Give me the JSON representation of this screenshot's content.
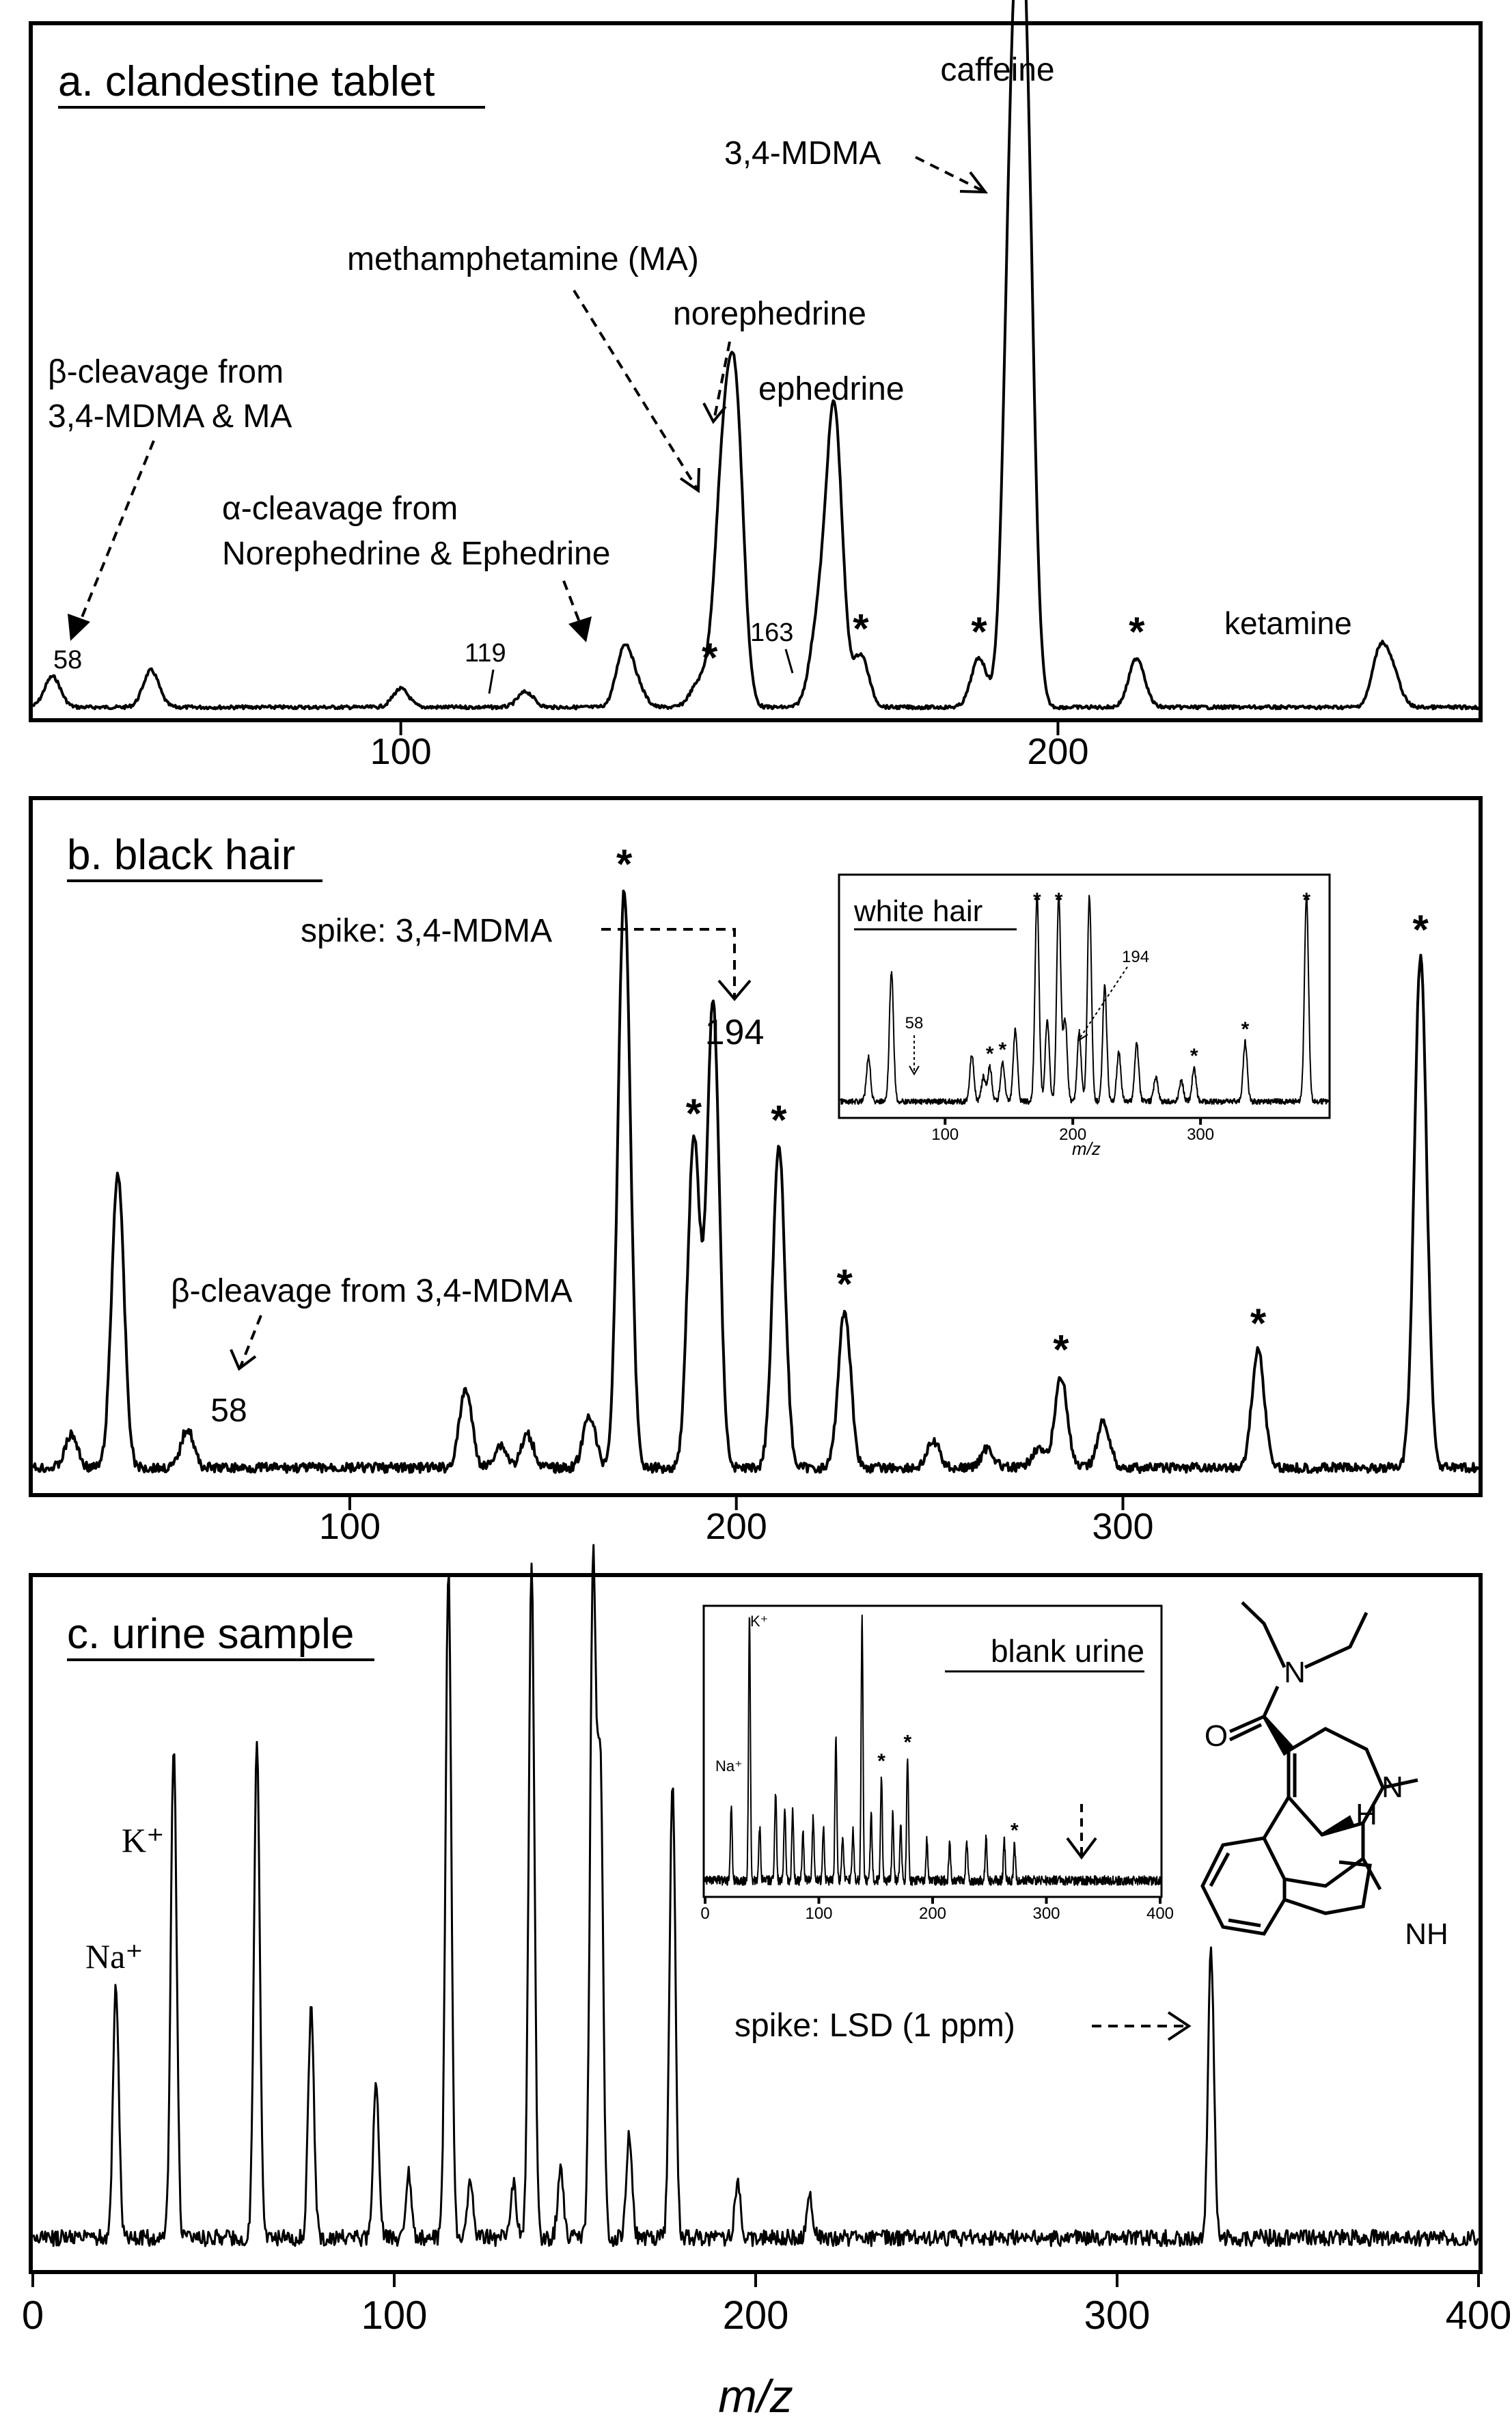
{
  "figure": {
    "xlabel": "m/z",
    "colors": {
      "line": "#000000",
      "background": "#ffffff"
    }
  },
  "chart_data": [
    {
      "type": "line",
      "title": "a. clandestine tablet",
      "xlim": [
        44,
        264
      ],
      "ticks": [
        100,
        200
      ],
      "tick_labels": [
        "100",
        "200"
      ],
      "peaks": [
        {
          "x": 47,
          "y": 0.05
        },
        {
          "x": 62,
          "y": 0.06
        },
        {
          "x": 100,
          "y": 0.03
        },
        {
          "x": 119,
          "y": 0.025
        },
        {
          "x": 134,
          "y": 0.095
        },
        {
          "x": 136,
          "y": 0.03
        },
        {
          "x": 145,
          "y": 0.03
        },
        {
          "x": 147,
          "y": 0.038
        },
        {
          "x": 149,
          "y": 0.34
        },
        {
          "x": 151,
          "y": 0.46
        },
        {
          "x": 163,
          "y": 0.06
        },
        {
          "x": 164,
          "y": 0.09
        },
        {
          "x": 166,
          "y": 0.47
        },
        {
          "x": 170,
          "y": 0.085
        },
        {
          "x": 188,
          "y": 0.08
        },
        {
          "x": 193,
          "y": 0.84
        },
        {
          "x": 195,
          "y": 0.99
        },
        {
          "x": 212,
          "y": 0.08
        },
        {
          "x": 249,
          "y": 0.09
        },
        {
          "x": 251,
          "y": 0.05
        }
      ],
      "annotations": [
        {
          "text": "caffeine"
        },
        {
          "text": "3,4-MDMA"
        },
        {
          "text": "methamphetamine (MA)"
        },
        {
          "text": "norephedrine"
        },
        {
          "text": "ephedrine"
        },
        {
          "text": "β-cleavage from"
        },
        {
          "text": "3,4-MDMA & MA"
        },
        {
          "text": "α-cleavage from"
        },
        {
          "text": "Norephedrine & Ephedrine"
        },
        {
          "text": "58"
        },
        {
          "text": "119"
        },
        {
          "text": "163"
        },
        {
          "text": "ketamine"
        }
      ],
      "star_markers": [
        147,
        170,
        188,
        212
      ]
    },
    {
      "type": "line",
      "title": "b. black hair",
      "xlim": [
        18,
        392
      ],
      "ticks": [
        100,
        200,
        300
      ],
      "tick_labels": [
        "100",
        "200",
        "300"
      ],
      "peaks": [
        {
          "x": 28,
          "y": 0.05
        },
        {
          "x": 40,
          "y": 0.45
        },
        {
          "x": 58,
          "y": 0.06
        },
        {
          "x": 130,
          "y": 0.12
        },
        {
          "x": 139,
          "y": 0.035
        },
        {
          "x": 146,
          "y": 0.05
        },
        {
          "x": 162,
          "y": 0.08
        },
        {
          "x": 171,
          "y": 0.88
        },
        {
          "x": 189,
          "y": 0.5
        },
        {
          "x": 194,
          "y": 0.71
        },
        {
          "x": 211,
          "y": 0.49
        },
        {
          "x": 228,
          "y": 0.24
        },
        {
          "x": 251,
          "y": 0.04
        },
        {
          "x": 265,
          "y": 0.03
        },
        {
          "x": 278,
          "y": 0.03
        },
        {
          "x": 284,
          "y": 0.14
        },
        {
          "x": 295,
          "y": 0.07
        },
        {
          "x": 335,
          "y": 0.18
        },
        {
          "x": 377,
          "y": 0.78
        }
      ],
      "annotations": [
        {
          "text": "spike: 3,4-MDMA"
        },
        {
          "text": "194"
        },
        {
          "text": "β-cleavage from 3,4-MDMA"
        },
        {
          "text": "58"
        }
      ],
      "star_markers": [
        171,
        189,
        211,
        228,
        284,
        335,
        377
      ],
      "inset": {
        "title": "white hair",
        "xlabel": "m/z",
        "xlim": [
          18,
          400
        ],
        "ticks": [
          100,
          200,
          300
        ],
        "tick_labels": [
          "100",
          "200",
          "300"
        ],
        "annotations": [
          {
            "text": "58"
          },
          {
            "text": "194"
          }
        ],
        "star_markers": [
          135,
          145,
          172,
          189,
          295,
          335,
          383
        ],
        "peaks": [
          {
            "x": 40,
            "y": 0.22
          },
          {
            "x": 58,
            "y": 0.03
          },
          {
            "x": 58,
            "y": 0.6
          },
          {
            "x": 121,
            "y": 0.23
          },
          {
            "x": 130,
            "y": 0.12
          },
          {
            "x": 135,
            "y": 0.17
          },
          {
            "x": 145,
            "y": 0.19
          },
          {
            "x": 155,
            "y": 0.35
          },
          {
            "x": 172,
            "y": 1.0
          },
          {
            "x": 180,
            "y": 0.4
          },
          {
            "x": 189,
            "y": 1.0
          },
          {
            "x": 194,
            "y": 0.4
          },
          {
            "x": 205,
            "y": 0.33
          },
          {
            "x": 213,
            "y": 1.0
          },
          {
            "x": 225,
            "y": 0.56
          },
          {
            "x": 236,
            "y": 0.24
          },
          {
            "x": 250,
            "y": 0.28
          },
          {
            "x": 265,
            "y": 0.12
          },
          {
            "x": 285,
            "y": 0.1
          },
          {
            "x": 295,
            "y": 0.16
          },
          {
            "x": 335,
            "y": 0.29
          },
          {
            "x": 383,
            "y": 1.0
          }
        ]
      }
    },
    {
      "type": "line",
      "title": "c. urine sample",
      "xlim": [
        0,
        400
      ],
      "ticks": [
        0,
        100,
        200,
        300,
        400
      ],
      "tick_labels": [
        "0",
        "100",
        "200",
        "300",
        "400"
      ],
      "xlabel": "m/z",
      "peaks": [
        {
          "x": 23,
          "y": 0.38
        },
        {
          "x": 39,
          "y": 0.74
        },
        {
          "x": 62,
          "y": 0.74
        },
        {
          "x": 77,
          "y": 0.34
        },
        {
          "x": 95,
          "y": 0.23
        },
        {
          "x": 104,
          "y": 0.1
        },
        {
          "x": 115,
          "y": 1.0
        },
        {
          "x": 121,
          "y": 0.08
        },
        {
          "x": 133,
          "y": 0.08
        },
        {
          "x": 138,
          "y": 1.0
        },
        {
          "x": 146,
          "y": 0.1
        },
        {
          "x": 155,
          "y": 1.0
        },
        {
          "x": 157,
          "y": 0.7
        },
        {
          "x": 165,
          "y": 0.15
        },
        {
          "x": 177,
          "y": 0.69
        },
        {
          "x": 195,
          "y": 0.08
        },
        {
          "x": 215,
          "y": 0.06
        },
        {
          "x": 326,
          "y": 0.43
        }
      ],
      "annotations": [
        {
          "text": "K⁺"
        },
        {
          "text": "Na⁺"
        },
        {
          "text": "spike: LSD (1 ppm)"
        }
      ],
      "inset": {
        "title": "blank urine",
        "xlim": [
          0,
          400
        ],
        "ticks": [
          0,
          100,
          200,
          300,
          400
        ],
        "tick_labels": [
          "0",
          "100",
          "200",
          "300",
          "400"
        ],
        "annotations": [
          {
            "text": "K⁺"
          },
          {
            "text": "Na⁺"
          }
        ],
        "star_markers": [
          155,
          178,
          272
        ],
        "peaks": [
          {
            "x": 23,
            "y": 0.28
          },
          {
            "x": 39,
            "y": 1.0
          },
          {
            "x": 48,
            "y": 0.2
          },
          {
            "x": 62,
            "y": 0.33
          },
          {
            "x": 70,
            "y": 0.28
          },
          {
            "x": 77,
            "y": 0.26
          },
          {
            "x": 86,
            "y": 0.18
          },
          {
            "x": 95,
            "y": 0.24
          },
          {
            "x": 104,
            "y": 0.2
          },
          {
            "x": 115,
            "y": 0.55
          },
          {
            "x": 121,
            "y": 0.17
          },
          {
            "x": 130,
            "y": 0.19
          },
          {
            "x": 138,
            "y": 1.0
          },
          {
            "x": 146,
            "y": 0.24
          },
          {
            "x": 155,
            "y": 0.4
          },
          {
            "x": 165,
            "y": 0.25
          },
          {
            "x": 172,
            "y": 0.2
          },
          {
            "x": 178,
            "y": 0.47
          },
          {
            "x": 195,
            "y": 0.15
          },
          {
            "x": 215,
            "y": 0.14
          },
          {
            "x": 230,
            "y": 0.15
          },
          {
            "x": 247,
            "y": 0.16
          },
          {
            "x": 263,
            "y": 0.15
          },
          {
            "x": 272,
            "y": 0.14
          }
        ]
      },
      "structure": {
        "atom_labels": [
          "N",
          "O",
          "N",
          "H",
          "NH"
        ]
      }
    }
  ]
}
